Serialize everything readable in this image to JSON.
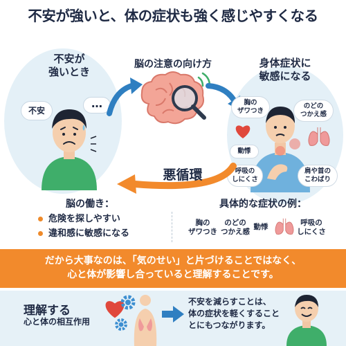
{
  "title": "不安が強いと、体の症状も強く感じやすくなる",
  "top": {
    "anxiety_label": [
      "不安が",
      "強いとき"
    ],
    "anxiety_bubble": "不安",
    "thought_bubble": "…",
    "brain_label": "脳の注意の向け方",
    "sensitive_label": [
      "身体症状に",
      "敏感になる"
    ],
    "symptoms": {
      "heart_flutter": [
        "胸の",
        "ザワつき"
      ],
      "throat": [
        "のどの",
        "つかえ感"
      ],
      "palpitation": "動悸",
      "breathing": [
        "呼吸の",
        "しにくさ"
      ],
      "shoulders": [
        "肩や首の",
        "こわばり"
      ]
    },
    "cycle_label": "悪循環"
  },
  "middle": {
    "brain_work_title": "脳の働き：",
    "bullets": [
      "危険を探しやすい",
      "違和感に敏感になる"
    ],
    "examples_title": "具体的な症状の例：",
    "examples": [
      [
        "胸の",
        "ザワつき"
      ],
      [
        "のどの",
        "つかえ感"
      ],
      [
        "動悸"
      ],
      [
        "呼吸の",
        "しにくさ"
      ]
    ]
  },
  "banner": {
    "line1": "だから大事なのは、「気のせい」と片づけることではなく、",
    "line2": "心と体が影響し合っていると理解することです。"
  },
  "bottom": {
    "understand_title": "理解する",
    "understand_sub": "心と体の相互作用",
    "conclusion": [
      "不安を減らすことは、",
      "体の症状を軽くすること",
      "とにもつながります。"
    ]
  },
  "colors": {
    "accent_orange": "#f28a2c",
    "arrow_blue": "#2f7fc1",
    "text_navy": "#1f2a44",
    "soft_blue": "#e4f0f7"
  }
}
